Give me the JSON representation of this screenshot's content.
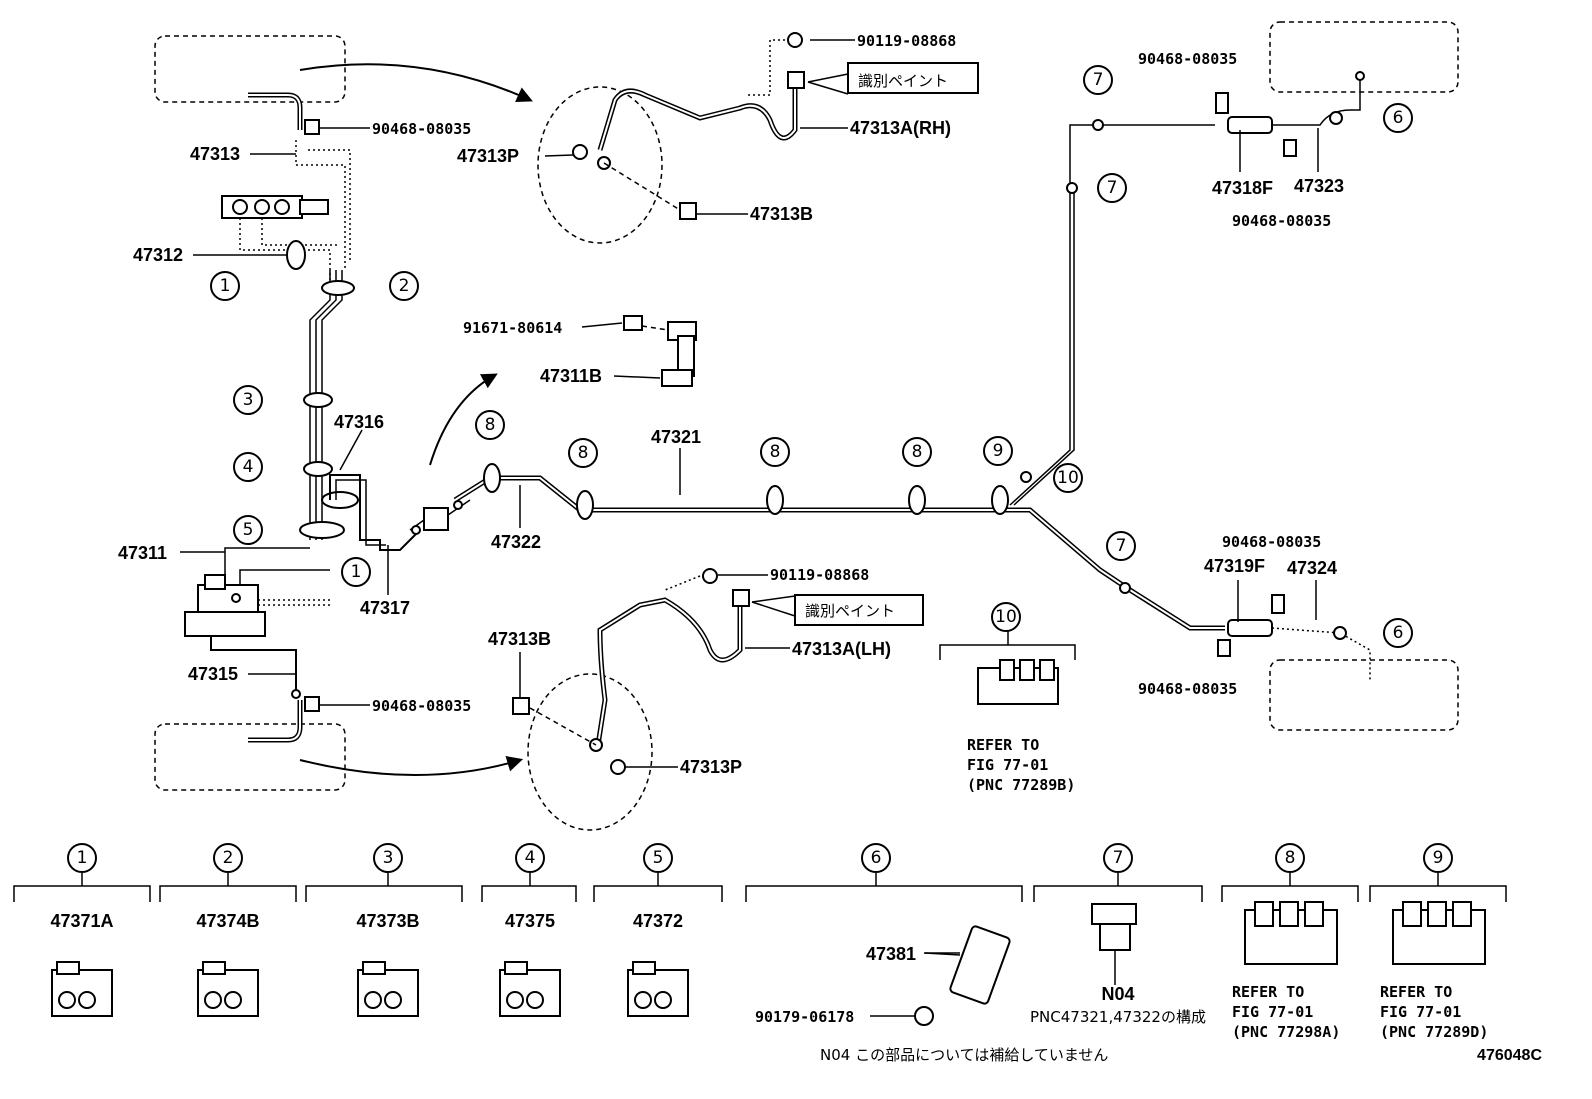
{
  "diagram": {
    "figure_code": "476048C",
    "footnote": "N04 この部品については補給していません",
    "paint_note": "識別ペイント",
    "n04_note": "PNC47321,47322の構成"
  },
  "labels": {
    "l_90119_08868_top": "90119-08868",
    "l_47313a_rh": "47313A(RH)",
    "l_47313p_top": "47313P",
    "l_47313b_top": "47313B",
    "l_90468_08035_a": "90468-08035",
    "l_47313": "47313",
    "l_47312": "47312",
    "l_91671_80614": "91671-80614",
    "l_47311b": "47311B",
    "l_47316": "47316",
    "l_47321": "47321",
    "l_47322": "47322",
    "l_47311": "47311",
    "l_47317": "47317",
    "l_47315": "47315",
    "l_90468_08035_b": "90468-08035",
    "l_90119_08868_bot": "90119-08868",
    "l_47313a_lh": "47313A(LH)",
    "l_47313b_bot": "47313B",
    "l_47313p_bot": "47313P",
    "l_90468_08035_c": "90468-08035",
    "l_47318f": "47318F",
    "l_47323": "47323",
    "l_90468_08035_d": "90468-08035",
    "l_90468_08035_e": "90468-08035",
    "l_47319f": "47319F",
    "l_47324": "47324",
    "l_90468_08035_f": "90468-08035",
    "l_47381": "47381",
    "l_90179_06178": "90179-06178",
    "l_n04": "N04"
  },
  "ref10": {
    "line1": "REFER TO",
    "line2": "FIG 77-01",
    "line3": "(PNC 77289B)"
  },
  "legend": [
    {
      "num": "1",
      "part": "47371A"
    },
    {
      "num": "2",
      "part": "47374B"
    },
    {
      "num": "3",
      "part": "47373B"
    },
    {
      "num": "4",
      "part": "47375"
    },
    {
      "num": "5",
      "part": "47372"
    },
    {
      "num": "6",
      "part": ""
    },
    {
      "num": "7",
      "part": ""
    },
    {
      "num": "8",
      "ref1": "REFER TO",
      "ref2": "FIG 77-01",
      "ref3": "(PNC 77298A)"
    },
    {
      "num": "9",
      "ref1": "REFER TO",
      "ref2": "FIG 77-01",
      "ref3": "(PNC 77289D)"
    }
  ],
  "callouts": [
    "1",
    "2",
    "3",
    "4",
    "5",
    "1",
    "8",
    "8",
    "8",
    "8",
    "9",
    "10",
    "7",
    "7",
    "6",
    "7",
    "6",
    "10"
  ]
}
